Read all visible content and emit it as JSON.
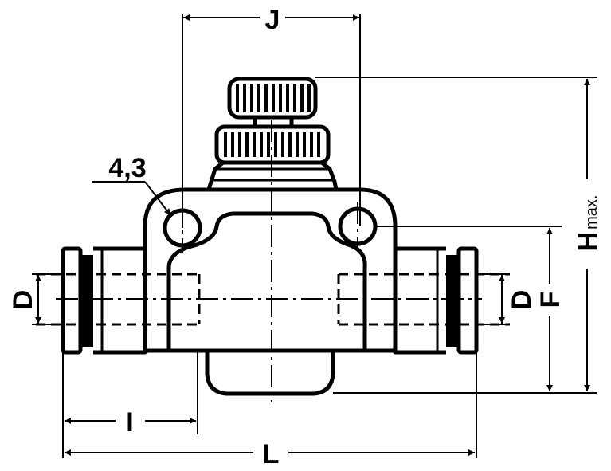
{
  "drawing": {
    "type": "technical-drawing",
    "subject": "flow control valve with push-in fittings, front view",
    "line_color": "#000000",
    "background": "#ffffff"
  },
  "dimensions": {
    "J": "J",
    "hole": "4,3",
    "D_left": "D",
    "D_right": "D",
    "F": "F",
    "H": "H",
    "H_suffix": "max.",
    "I": "I",
    "L": "L"
  }
}
